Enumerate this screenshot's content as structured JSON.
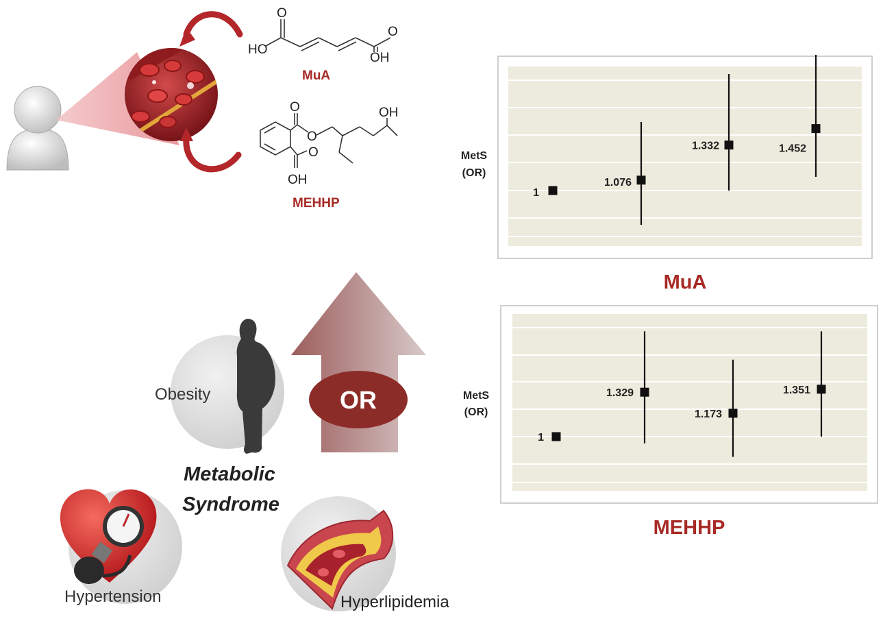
{
  "compounds": {
    "mua": {
      "label": "MuA",
      "group_left": "HO",
      "group_right": "OH",
      "carbonyl_o1": "O",
      "carbonyl_o2": "O"
    },
    "mehhp": {
      "label": "MEHHP",
      "oh_top": "OH",
      "oh_bottom": "OH",
      "o1": "O",
      "o2": "O",
      "o3": "O"
    }
  },
  "or_badge": {
    "label": "OR"
  },
  "metabolic_syndrome": {
    "title_line1": "Metabolic",
    "title_line2": "Syndrome",
    "components": [
      "Obesity",
      "Hypertension",
      "Hyperlipidemia"
    ]
  },
  "colors": {
    "accent_red": "#a72a25",
    "badge_red": "#8c2c28",
    "plot_bg": "#ecebdd"
  },
  "chart_data": [
    {
      "type": "scatter",
      "title": "MuA",
      "ylabel_line1": "MetS",
      "ylabel_line2": "(OR)",
      "series": [
        {
          "values": [
            1,
            1.076,
            1.332,
            1.452
          ],
          "labels": [
            "1",
            "1.076",
            "1.332",
            "1.452"
          ],
          "ci_low": [
            1,
            0.75,
            1.0,
            1.1
          ],
          "ci_high": [
            1,
            1.5,
            1.85,
            2.05
          ]
        }
      ],
      "grid": true
    },
    {
      "type": "scatter",
      "title": "MEHHP",
      "ylabel_line1": "MetS",
      "ylabel_line2": "(OR)",
      "series": [
        {
          "values": [
            1,
            1.329,
            1.173,
            1.351
          ],
          "labels": [
            "1",
            "1.329",
            "1.173",
            "1.351"
          ],
          "ci_low": [
            1,
            0.95,
            0.85,
            1.0
          ],
          "ci_high": [
            1,
            1.78,
            1.57,
            1.78
          ]
        }
      ],
      "grid": true
    }
  ]
}
